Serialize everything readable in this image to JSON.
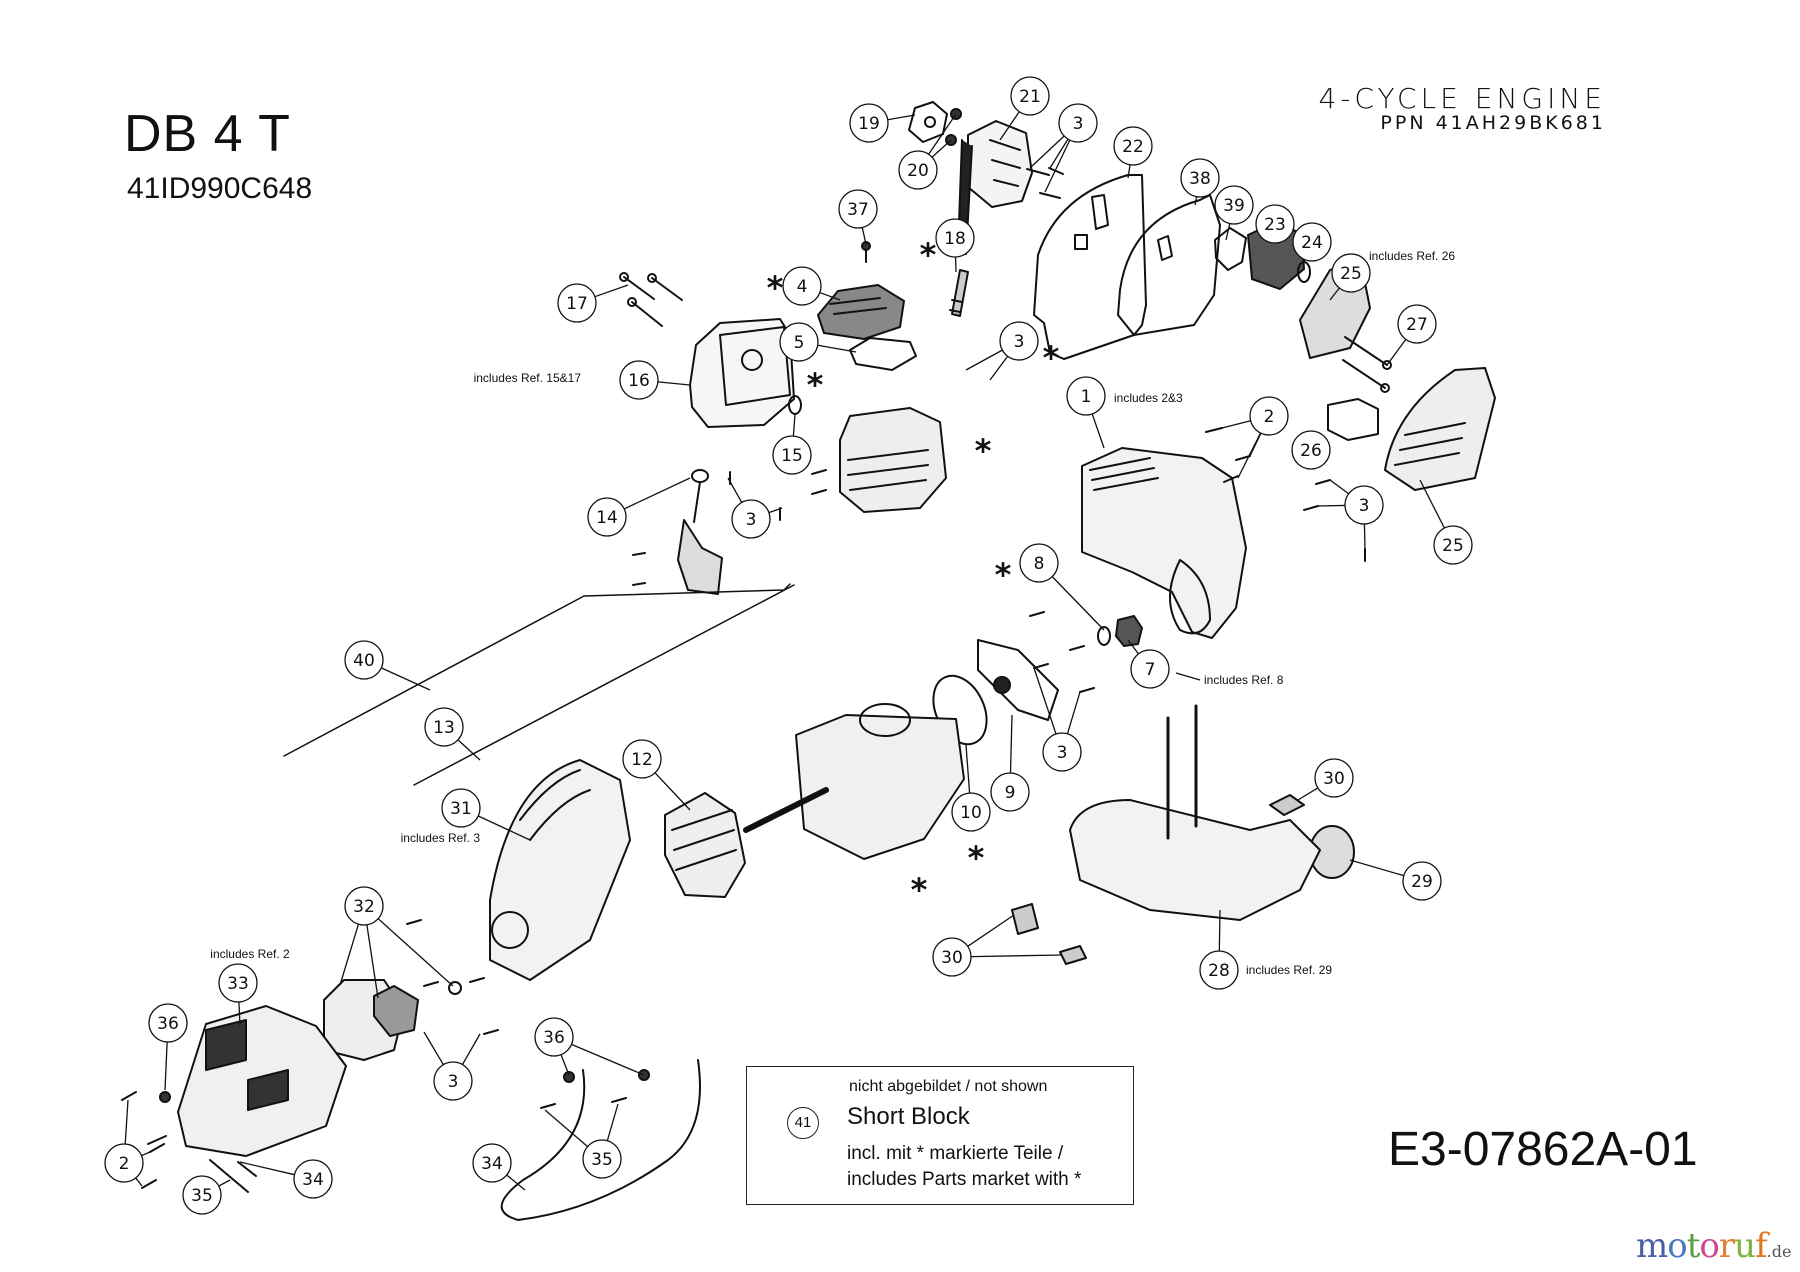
{
  "header": {
    "model": "DB 4 T",
    "model_number": "41ID990C648",
    "engine_title": "4-CYCLE ENGINE",
    "engine_ppn": "PPN 41AH29BK681"
  },
  "document_id": "E3-07862A-01",
  "legend": {
    "not_shown": "nicht abgebildet / not shown",
    "ref": "41",
    "name": "Short Block",
    "note_de": "incl. mit  *  markierte Teile /",
    "note_en": "includes Parts market with *"
  },
  "brand": {
    "letters": [
      {
        "ch": "m",
        "color": "#4a5ea8"
      },
      {
        "ch": "o",
        "color": "#4a78c0"
      },
      {
        "ch": "t",
        "color": "#5aa040"
      },
      {
        "ch": "o",
        "color": "#d04890"
      },
      {
        "ch": "r",
        "color": "#e08030"
      },
      {
        "ch": "u",
        "color": "#80b040"
      },
      {
        "ch": "f",
        "color": "#e07820"
      }
    ],
    "suffix": ".de"
  },
  "notes": {
    "ref26": "includes Ref. 26",
    "ref15_17": "includes Ref. 15&17",
    "ref2_3": "includes 2&3",
    "ref8": "includes Ref. 8",
    "ref3": "includes Ref. 3",
    "ref2": "includes Ref. 2",
    "ref29": "includes Ref. 29"
  },
  "marker_symbol": "*",
  "callouts": [
    "19",
    "20",
    "21",
    "3",
    "22",
    "38",
    "39",
    "23",
    "24",
    "25",
    "27",
    "37",
    "18",
    "4",
    "17",
    "5",
    "3",
    "16",
    "15",
    "1",
    "2",
    "26",
    "3",
    "25",
    "14",
    "3",
    "8",
    "7",
    "40",
    "13",
    "3",
    "9",
    "10",
    "12",
    "31",
    "30",
    "29",
    "30",
    "28",
    "32",
    "33",
    "36",
    "36",
    "3",
    "2",
    "34",
    "35",
    "35",
    "34"
  ]
}
